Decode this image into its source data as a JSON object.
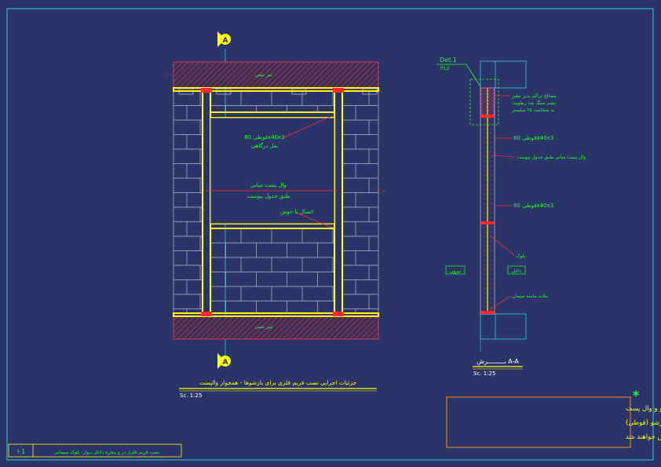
{
  "section_marker": {
    "letter": "A"
  },
  "elevation": {
    "beam_top_label": "تیر بتنی",
    "beam_bottom_label": "تیر بتنی",
    "tube_label": "قوطی 80x40x3",
    "tube_sub_label": "نعل درگاهی",
    "wall_post_label": "وال پست میانی",
    "wall_post_sub_label": "طبق جدول پیوست",
    "weld_label": "اتصال با جوش",
    "title": "جزئیات اجرایی نصب فریم فلزی برای بازشوها - همجوار والپست",
    "scale": "Sc. 1:25"
  },
  "section": {
    "detail_ref": "Det.1",
    "detail_sheet": "P.L2",
    "filler_label_1": "مصالح تراکم پذیر نظیر",
    "filler_label_2": "پشم سنگ ضد رطوبت",
    "filler_label_3": "به ضخامت ۲۵ میلیمتر",
    "tube_label_1": "قوطی 80x40x3",
    "wall_post_label": "وال پست میانی طبق جدول پیوست",
    "tube_label_2": "قوطی 80x40x3",
    "block_label": "بلوک",
    "outside_label": "بیرون",
    "inside_label": "داخل",
    "mortar_label": "ملات ماسه سیمان",
    "title": "بـــــــــرش  A-A",
    "scale": "Sc. 1:25"
  },
  "note": {
    "asterisk": "*",
    "line1": "در صورت عدم همجواری بازشو و وال پست",
    "line2": "با اجرای فریم دور بازشو (قوطی)",
    "line3": "میلگرد های بستر مستقیما به فریم جوش خواهند شد"
  },
  "title_block": {
    "sheet_code": "I-1",
    "sheet_title": "نصب فریم فلزی در و پنجره داخل دیوار- بلوک سیمانی"
  },
  "colors": {
    "background": "#2b3468",
    "frame": "#2fd0d8",
    "steel": "#ffff00",
    "text": "#22ff22",
    "leader": "#ff2a2a",
    "beam_hatch": "#d03050",
    "blocks": "#b8b8c8",
    "note_border": "#ff8c1a"
  }
}
